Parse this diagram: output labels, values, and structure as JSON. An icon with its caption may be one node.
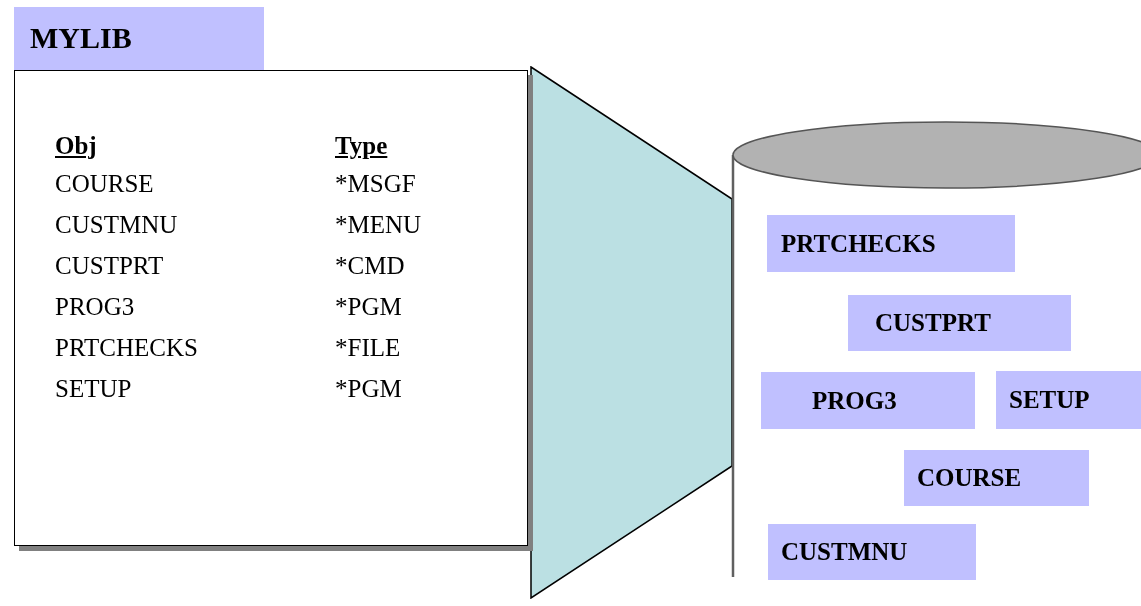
{
  "diagram": {
    "nodes": [
      {
        "text": [
          "MYLIB"
        ]
      },
      {
        "text": [],
        "shape": "trapezoid"
      },
      {
        "text": [],
        "shape": "cylinder"
      },
      {
        "text": [
          "PRTCHECKS"
        ],
        "in": 2
      },
      {
        "text": [
          "CUSTPRT"
        ],
        "in": 2
      },
      {
        "text": [
          "PROG3"
        ],
        "in": 2
      },
      {
        "text": [
          "SETUP"
        ],
        "in": 2
      },
      {
        "text": [
          "COURSE"
        ],
        "in": 2
      },
      {
        "text": [
          "CUSTMNU"
        ],
        "in": 2
      }
    ],
    "edges": [],
    "labels": [
      "Obj",
      "Type",
      "COURSE",
      "*MSGF",
      "CUSTMNU",
      "*MENU",
      "CUSTPRT",
      "*CMD",
      "PROG3",
      "*PGM",
      "PRTCHECKS",
      "*FILE",
      "SETUP",
      "*PGM"
    ]
  }
}
